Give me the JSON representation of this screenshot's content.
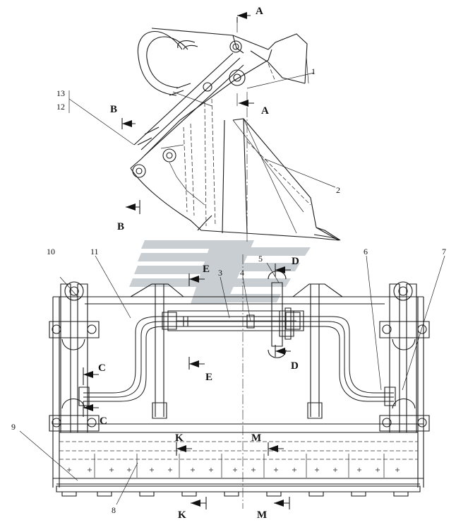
{
  "callouts": [
    "1",
    "2",
    "3",
    "4",
    "5",
    "6",
    "7",
    "8",
    "9",
    "10",
    "11",
    "12",
    "13"
  ],
  "sections": {
    "A": "A",
    "B": "B",
    "C": "C",
    "D": "D",
    "E": "E",
    "K": "K",
    "M": "M"
  },
  "colors": {
    "line": "#1a1a1a",
    "watermark": "#c9ced3"
  }
}
